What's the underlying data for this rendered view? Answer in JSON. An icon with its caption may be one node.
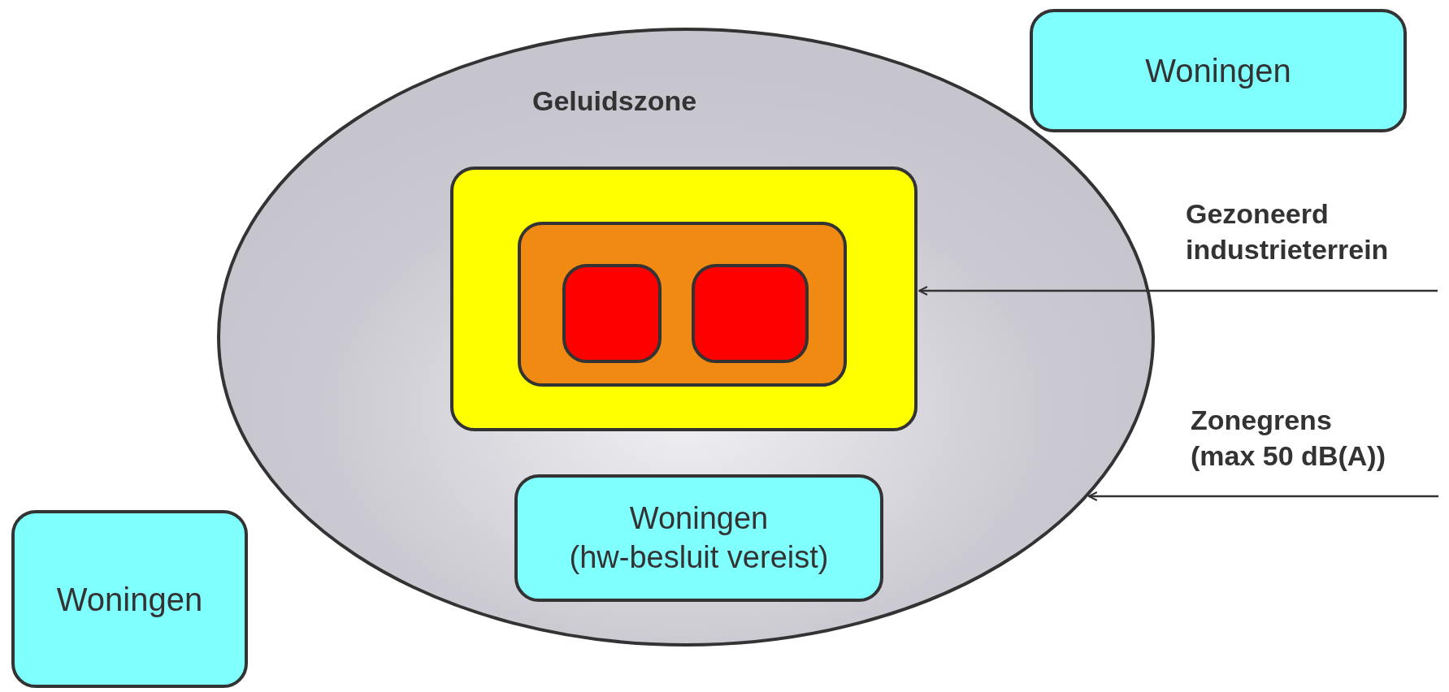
{
  "diagram": {
    "nodes": [
      {
        "text": [
          "Geluidszone"
        ]
      },
      {
        "text": [],
        "shape": "box",
        "in": 0
      },
      {
        "text": [],
        "shape": "box",
        "in": 1
      },
      {
        "text": [],
        "shape": "box",
        "in": 2
      },
      {
        "text": [],
        "shape": "box",
        "in": 2
      },
      {
        "text": [
          "Woningen (hw-besluit vereist)"
        ],
        "in": 0
      },
      {
        "text": [
          "Woningen"
        ]
      },
      {
        "text": [
          "Woningen"
        ]
      },
      {
        "text": [
          "Gezoneerd industrieterrein"
        ]
      },
      {
        "text": [
          "Zonegrens (max 50 dB(A))"
        ]
      }
    ],
    "edges": [
      {
        "from": 8,
        "to": 1,
        "arrow": "to"
      },
      {
        "from": 9,
        "to": 0,
        "arrow": "to"
      }
    ]
  }
}
